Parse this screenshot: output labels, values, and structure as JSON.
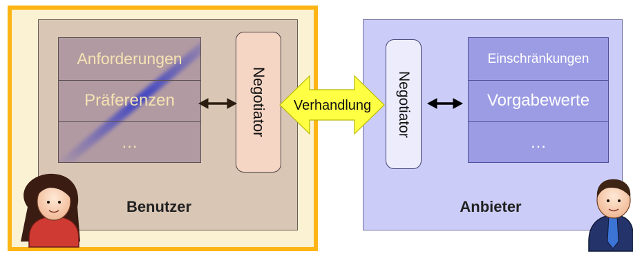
{
  "user": {
    "title": "Benutzer",
    "stack": [
      "Anforderungen",
      "Präferenzen",
      "…"
    ],
    "negotiator": "Negotiator"
  },
  "provider": {
    "title": "Anbieter",
    "stack": [
      "Einschränkungen",
      "Vorgabewerte",
      "…"
    ],
    "negotiator": "Negotiator"
  },
  "channel": {
    "label": "Verhandlung"
  },
  "colors": {
    "user_frame_border": "#fdb515",
    "user_panel": "#d9c6b5",
    "provider_panel": "#ccccf8",
    "negotiation_arrow": "#ffff44"
  },
  "icons": {
    "user_avatar": "woman-user-icon",
    "provider_avatar": "man-provider-icon"
  }
}
